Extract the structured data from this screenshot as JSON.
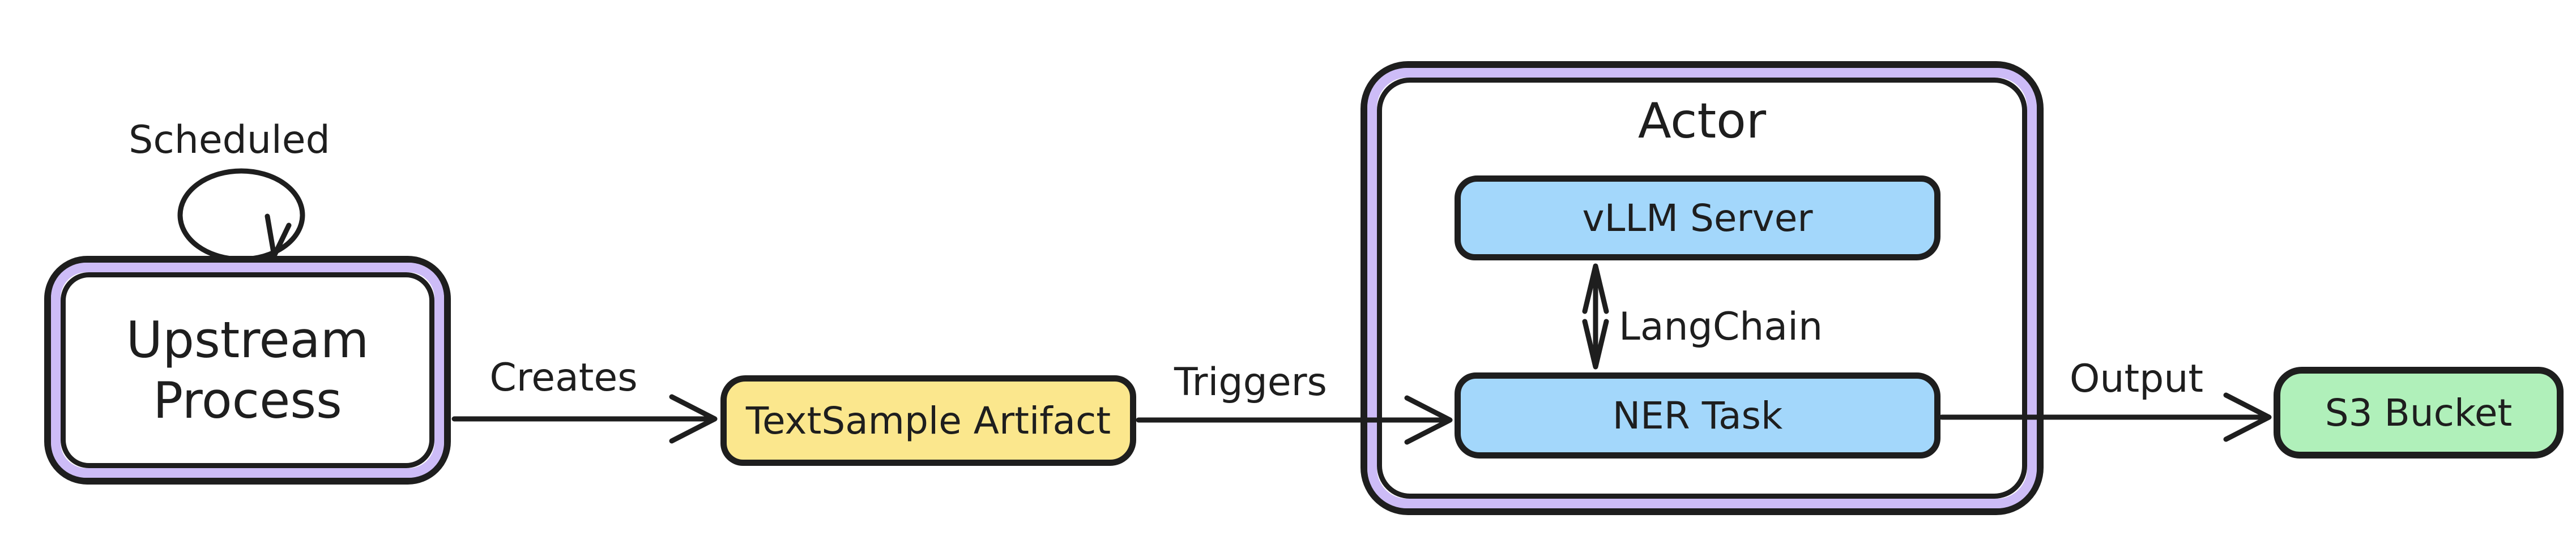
{
  "diagram": {
    "nodes": {
      "upstream": {
        "label": "Upstream Process",
        "shape": "double-wall-rounded-rect",
        "fill": "#ffffff"
      },
      "textsample": {
        "label": "TextSample Artifact",
        "shape": "rounded-rect",
        "fill": "#fbe78d"
      },
      "actor": {
        "label": "Actor",
        "shape": "double-wall-rounded-rect-container",
        "fill": "#ffffff"
      },
      "vllm": {
        "label": "vLLM Server",
        "shape": "rounded-rect",
        "fill": "#a3d7fb",
        "parent": "actor"
      },
      "ner": {
        "label": "NER Task",
        "shape": "rounded-rect",
        "fill": "#a3d7fb",
        "parent": "actor"
      },
      "s3": {
        "label": "S3 Bucket",
        "shape": "rounded-rect",
        "fill": "#b0f0ba"
      }
    },
    "edges": {
      "scheduled": {
        "label": "Scheduled",
        "from": "upstream",
        "to": "upstream",
        "type": "self-loop"
      },
      "creates": {
        "label": "Creates",
        "from": "upstream",
        "to": "textsample",
        "type": "arrow"
      },
      "triggers": {
        "label": "Triggers",
        "from": "textsample",
        "to": "ner",
        "type": "arrow"
      },
      "langchain": {
        "label": "LangChain",
        "from": "vllm",
        "to": "ner",
        "type": "double-arrow"
      },
      "output": {
        "label": "Output",
        "from": "ner",
        "to": "s3",
        "type": "arrow"
      }
    },
    "colors": {
      "ink": "#1e1e1e",
      "container_accent_purple": "#cdbcf7",
      "artifact_yellow": "#fbe78d",
      "task_blue": "#a3d7fb",
      "bucket_green": "#b0f0ba",
      "background": "#ffffff"
    }
  }
}
